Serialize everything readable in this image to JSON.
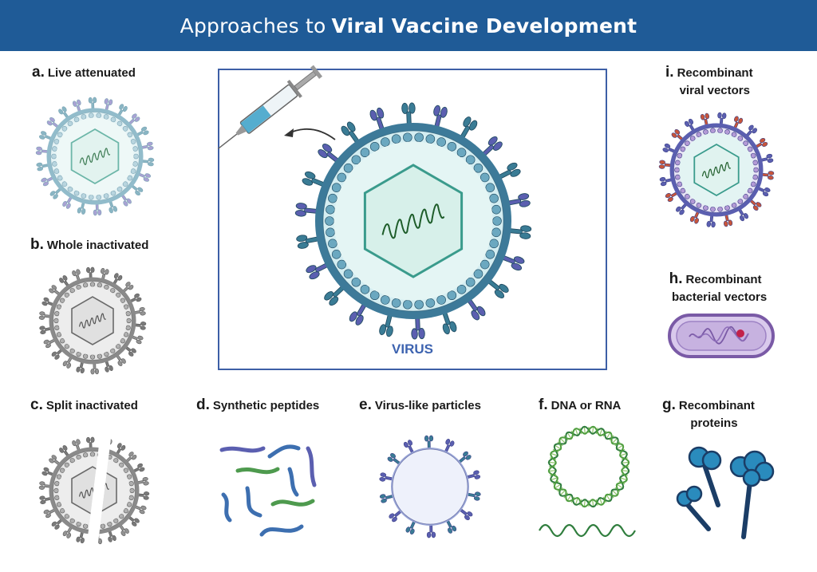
{
  "header": {
    "title_prefix": "Approaches to",
    "title_bold": "Viral Vaccine Development"
  },
  "center": {
    "label": "VIRUS"
  },
  "approaches": {
    "a": {
      "letter": "a.",
      "label": "Live attenuated"
    },
    "b": {
      "letter": "b.",
      "label": "Whole inactivated"
    },
    "c": {
      "letter": "c.",
      "label": "Split inactivated"
    },
    "d": {
      "letter": "d.",
      "label": "Synthetic peptides"
    },
    "e": {
      "letter": "e.",
      "label": "Virus-like particles"
    },
    "f": {
      "letter": "f.",
      "label": "DNA or RNA"
    },
    "g": {
      "letter": "g.",
      "line1": "Recombinant",
      "line2": "proteins"
    },
    "h": {
      "letter": "h.",
      "line1": "Recombinant",
      "line2": "bacterial vectors"
    },
    "i": {
      "letter": "i.",
      "line1": "Recombinant",
      "line2": "viral vectors"
    }
  },
  "colors": {
    "header_bg": "#1f5b97",
    "virus_shell": "#3d7a99",
    "virus_spike_teal": "#3a7c95",
    "virus_spike_purple": "#5b5fb0",
    "genome_green": "#2f7d3d",
    "gray": "#777777",
    "vector_red": "#c8553a"
  }
}
